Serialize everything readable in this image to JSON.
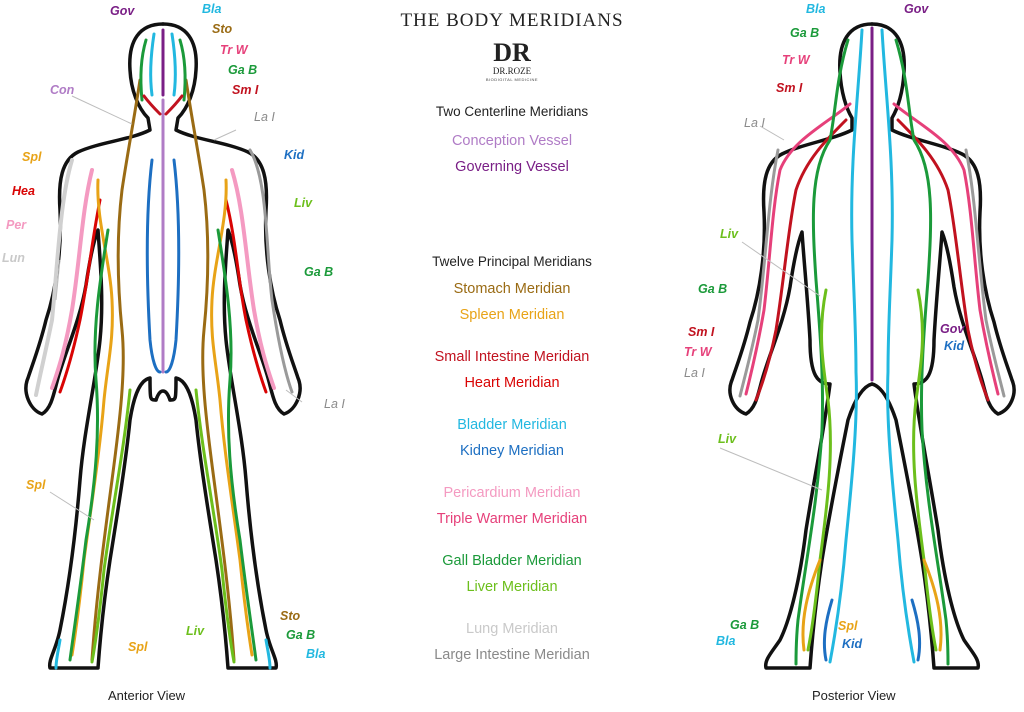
{
  "title": "THE BODY MERIDIANS",
  "logo": {
    "mark": "DR",
    "name": "DR.ROZE",
    "sub": "BIODIGITAL MEDICINE"
  },
  "centerline": {
    "heading": "Two Centerline Meridians",
    "items": [
      {
        "label": "Conception Vessel",
        "color": "#b07cc6"
      },
      {
        "label": "Governing Vessel",
        "color": "#7a1f86"
      }
    ]
  },
  "principal": {
    "heading": "Twelve Principal Meridians",
    "groups": [
      [
        {
          "label": "Stomach Meridian",
          "color": "#9a6b14"
        },
        {
          "label": "Spleen Meridian",
          "color": "#e8a317"
        }
      ],
      [
        {
          "label": "Small Intestine Meridian",
          "color": "#c1121f"
        },
        {
          "label": "Heart Meridian",
          "color": "#d90404"
        }
      ],
      [
        {
          "label": "Bladder Meridian",
          "color": "#22b8e0"
        },
        {
          "label": "Kidney Meridian",
          "color": "#1d6fc2"
        }
      ],
      [
        {
          "label": "Pericardium Meridian",
          "color": "#f49ac1"
        },
        {
          "label": "Triple Warmer Meridian",
          "color": "#e6407a"
        }
      ],
      [
        {
          "label": "Gall Bladder Meridian",
          "color": "#1b9a3a"
        },
        {
          "label": "Liver Meridian",
          "color": "#6cbf1c"
        }
      ],
      [
        {
          "label": "Lung Meridian",
          "color": "#c9c9c9"
        },
        {
          "label": "Large Intestine Meridian",
          "color": "#8a8a8a"
        }
      ]
    ]
  },
  "anterior": {
    "caption": "Anterior View",
    "labels": [
      "Gov",
      "Bla",
      "Sto",
      "Tr W",
      "Ga B",
      "Sm I",
      "Con",
      "La I",
      "Spl",
      "Kid",
      "Hea",
      "Liv",
      "Per",
      "Lun",
      "Ga B",
      "La I",
      "Spl",
      "Sto",
      "Liv",
      "Ga B",
      "Spl",
      "Bla"
    ]
  },
  "posterior": {
    "caption": "Posterior View",
    "labels": [
      "Bla",
      "Gov",
      "Ga B",
      "Tr W",
      "Sm I",
      "La I",
      "Liv",
      "Ga B",
      "Sm I",
      "Gov",
      "Tr W",
      "Kid",
      "La I",
      "Liv",
      "Ga B",
      "Spl",
      "Bla",
      "Kid"
    ]
  }
}
